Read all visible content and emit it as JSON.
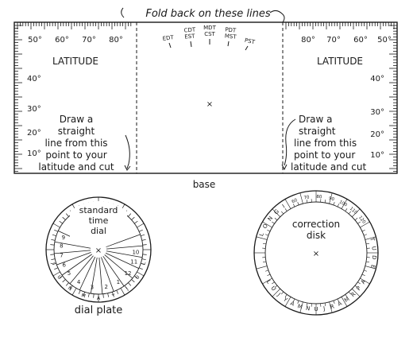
{
  "caption_top": "Fold back on these lines",
  "left_panel": {
    "latitude_label": "LATITUDE",
    "top_ticks": [
      "50°",
      "60°",
      "70°",
      "80°"
    ],
    "side_ticks": [
      "40°",
      "30°",
      "20°",
      "10°"
    ],
    "instruction_lines": [
      "Draw a",
      "straight",
      "line from this",
      "point to your",
      "latitude and cut"
    ]
  },
  "right_panel": {
    "latitude_label": "LATITUDE",
    "top_ticks": [
      "80°",
      "70°",
      "60°",
      "50°"
    ],
    "side_ticks": [
      "40°",
      "30°",
      "20°",
      "10°"
    ],
    "instruction_lines": [
      "Draw a",
      "straight",
      "line from this",
      "point to your",
      "latitude and cut"
    ]
  },
  "center_panel": {
    "time_zones": [
      "EDT",
      "CDT",
      "EST",
      "MDT",
      "CST",
      "PDT",
      "MST",
      "PST"
    ],
    "center_mark": "×"
  },
  "base_label": "base",
  "dial_plate": {
    "title_lines": [
      "standard",
      "time",
      "dial"
    ],
    "caption": "dial plate",
    "hour_numbers": [
      "9",
      "8",
      "7",
      "6",
      "5",
      "4",
      "3",
      "2",
      "1",
      "12",
      "11",
      "10"
    ],
    "month_letters": [
      "J",
      "U",
      "N",
      "M",
      "A",
      "Y",
      "J",
      "U",
      "L"
    ],
    "center_mark": "×"
  },
  "correction_disk": {
    "title_lines": [
      "correction",
      "disk"
    ],
    "longitude_label": "LONGITUDE",
    "longitude_numbers": [
      "60",
      "70",
      "80",
      "90",
      "100",
      "110",
      "120"
    ],
    "month_letters": [
      "A",
      "P",
      "R",
      "M",
      "A",
      "R",
      "J",
      "U",
      "N",
      "M",
      "A",
      "Y",
      "J",
      "U",
      "L"
    ],
    "center_mark": "×"
  }
}
